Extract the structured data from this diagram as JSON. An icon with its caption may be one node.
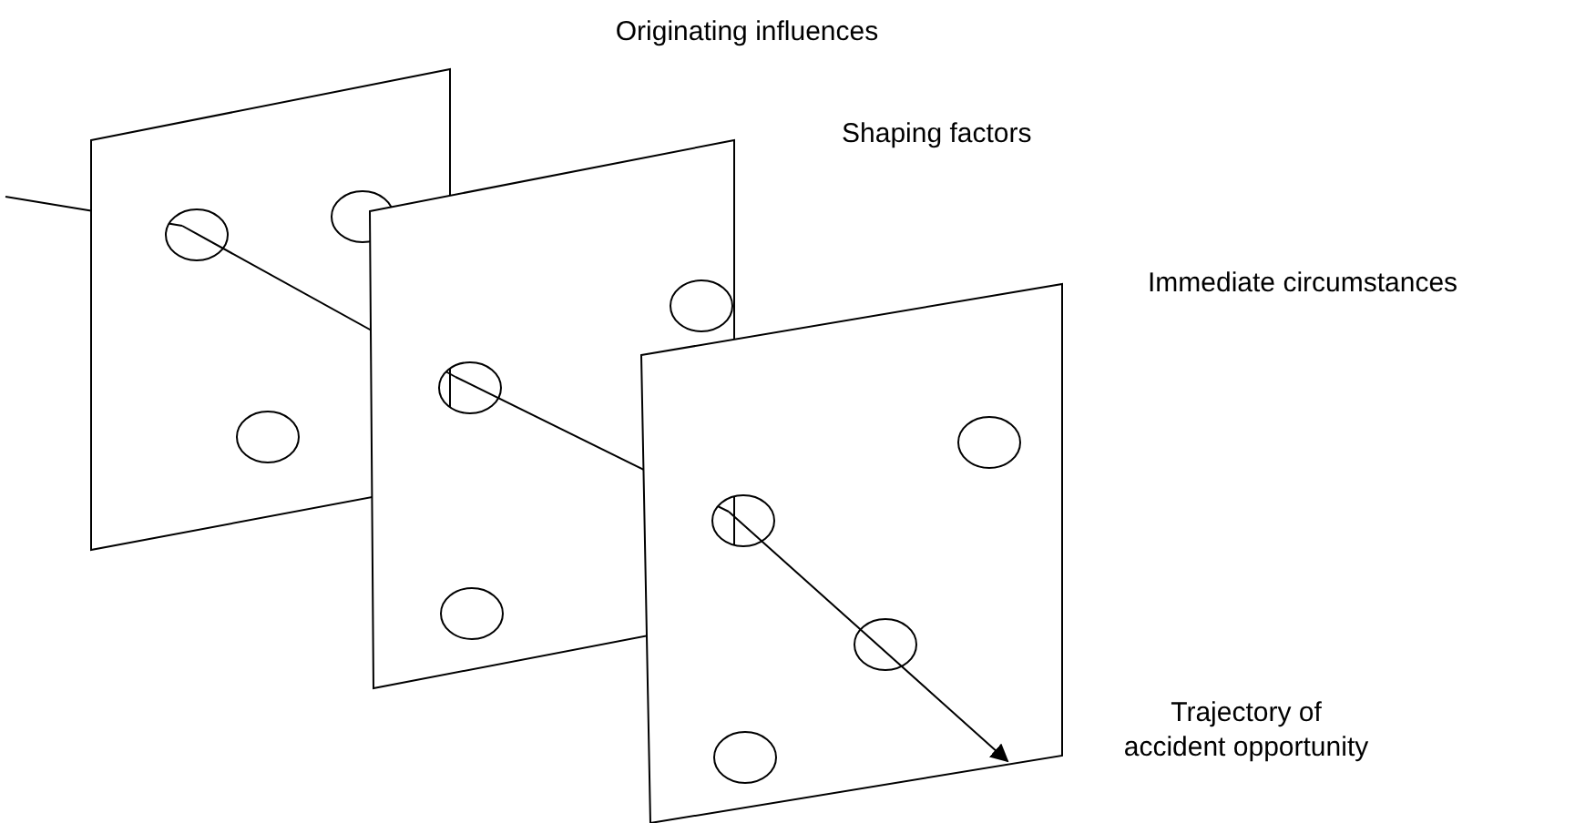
{
  "diagram": {
    "labels": [
      "Originating influences",
      "Shaping factors",
      "Immediate circumstances",
      "Trajectory of accident opportunity"
    ]
  }
}
